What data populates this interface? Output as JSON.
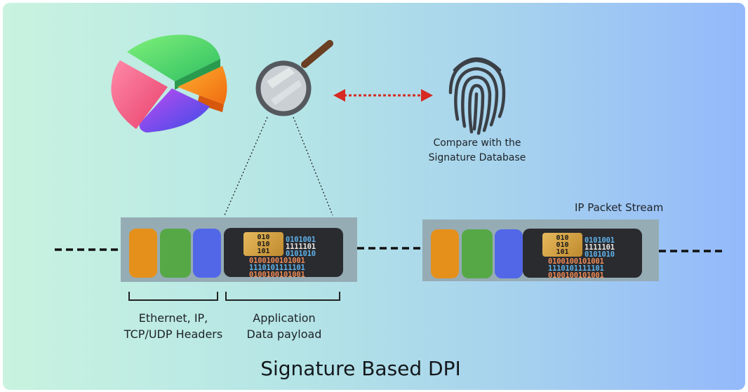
{
  "title": "Signature Based DPI",
  "compare_text": [
    "Compare with the",
    "Signature Database"
  ],
  "stream_label": "IP Packet Stream",
  "headers_label": [
    "Ethernet, IP,",
    "TCP/UDP Headers"
  ],
  "payload_label": [
    "Application",
    "Data payload"
  ],
  "chip_bits": [
    "010",
    "010",
    "101"
  ],
  "payload_bits": {
    "row1": "0101001",
    "row2": "1111101",
    "row3": "0101010",
    "row4": "0100100101001",
    "row5": "1110101111101",
    "row6": "0100100101001"
  },
  "colors": {
    "header_orange": "#e5901b",
    "header_green": "#56a847",
    "header_blue": "#5167e8",
    "arrow_red": "#d62a22",
    "packet_gray": "#95acb5",
    "bits_blue": "#5fb2ea",
    "bits_orange": "#ee8a55"
  },
  "icons": [
    "pie-chart-icon",
    "magnifier-icon",
    "fingerprint-icon"
  ]
}
